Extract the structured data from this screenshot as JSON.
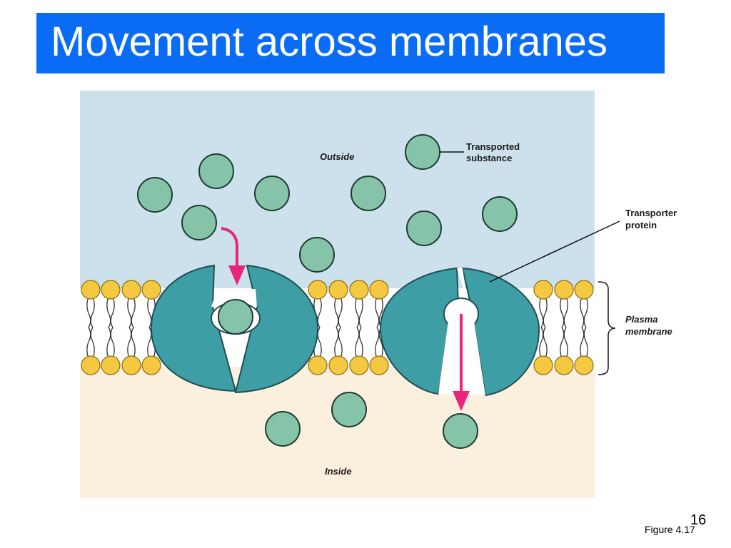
{
  "slide": {
    "title": "Movement across membranes",
    "figure_caption": "Figure 4.17",
    "slide_number": "16"
  },
  "diagram": {
    "labels": {
      "outside": "Outside",
      "inside": "Inside",
      "transported_substance_line1": "Transported",
      "transported_substance_line2": "substance",
      "transporter_protein_line1": "Transporter",
      "transporter_protein_line2": "protein",
      "plasma_membrane_line1": "Plasma",
      "plasma_membrane_line2": "membrane"
    },
    "colors": {
      "title_bg": "#0a6cf5",
      "outside_bg": "#cde1ec",
      "inside_bg": "#fbf0de",
      "molecule": "#86c4aa",
      "protein": "#3e9ea5",
      "lipid_head": "#f5c842",
      "arrow": "#e8257a"
    }
  }
}
